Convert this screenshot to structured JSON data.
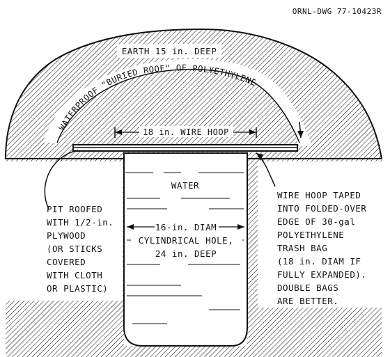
{
  "drawing_number": "ORNL-DWG 77-10423R",
  "labels": {
    "earth": "EARTH 15 in. DEEP",
    "roof": "WATERPROOF \"BURIED ROOF\" OF POLYETHYLENE",
    "hoop": "18 in. WIRE HOOP",
    "water": "WATER",
    "pit": [
      "PIT ROOFED",
      "WITH 1/2-in.",
      "PLYWOOD",
      "(OR STICKS",
      "COVERED",
      "WITH CLOTH",
      "OR PLASTIC)"
    ],
    "hole": [
      "16-in. DIAM",
      "CYLINDRICAL HOLE,",
      "24 in. DEEP"
    ],
    "bag": [
      "WIRE HOOP TAPED",
      "INTO FOLDED-OVER",
      "EDGE OF 30-gal",
      "POLYETHYLENE",
      "TRASH BAG",
      "(18 in. DIAM IF",
      "FULLY EXPANDED).",
      "DOUBLE BAGS",
      "ARE BETTER."
    ]
  },
  "colors": {
    "ink": "#111111",
    "paper": "#ffffff"
  }
}
